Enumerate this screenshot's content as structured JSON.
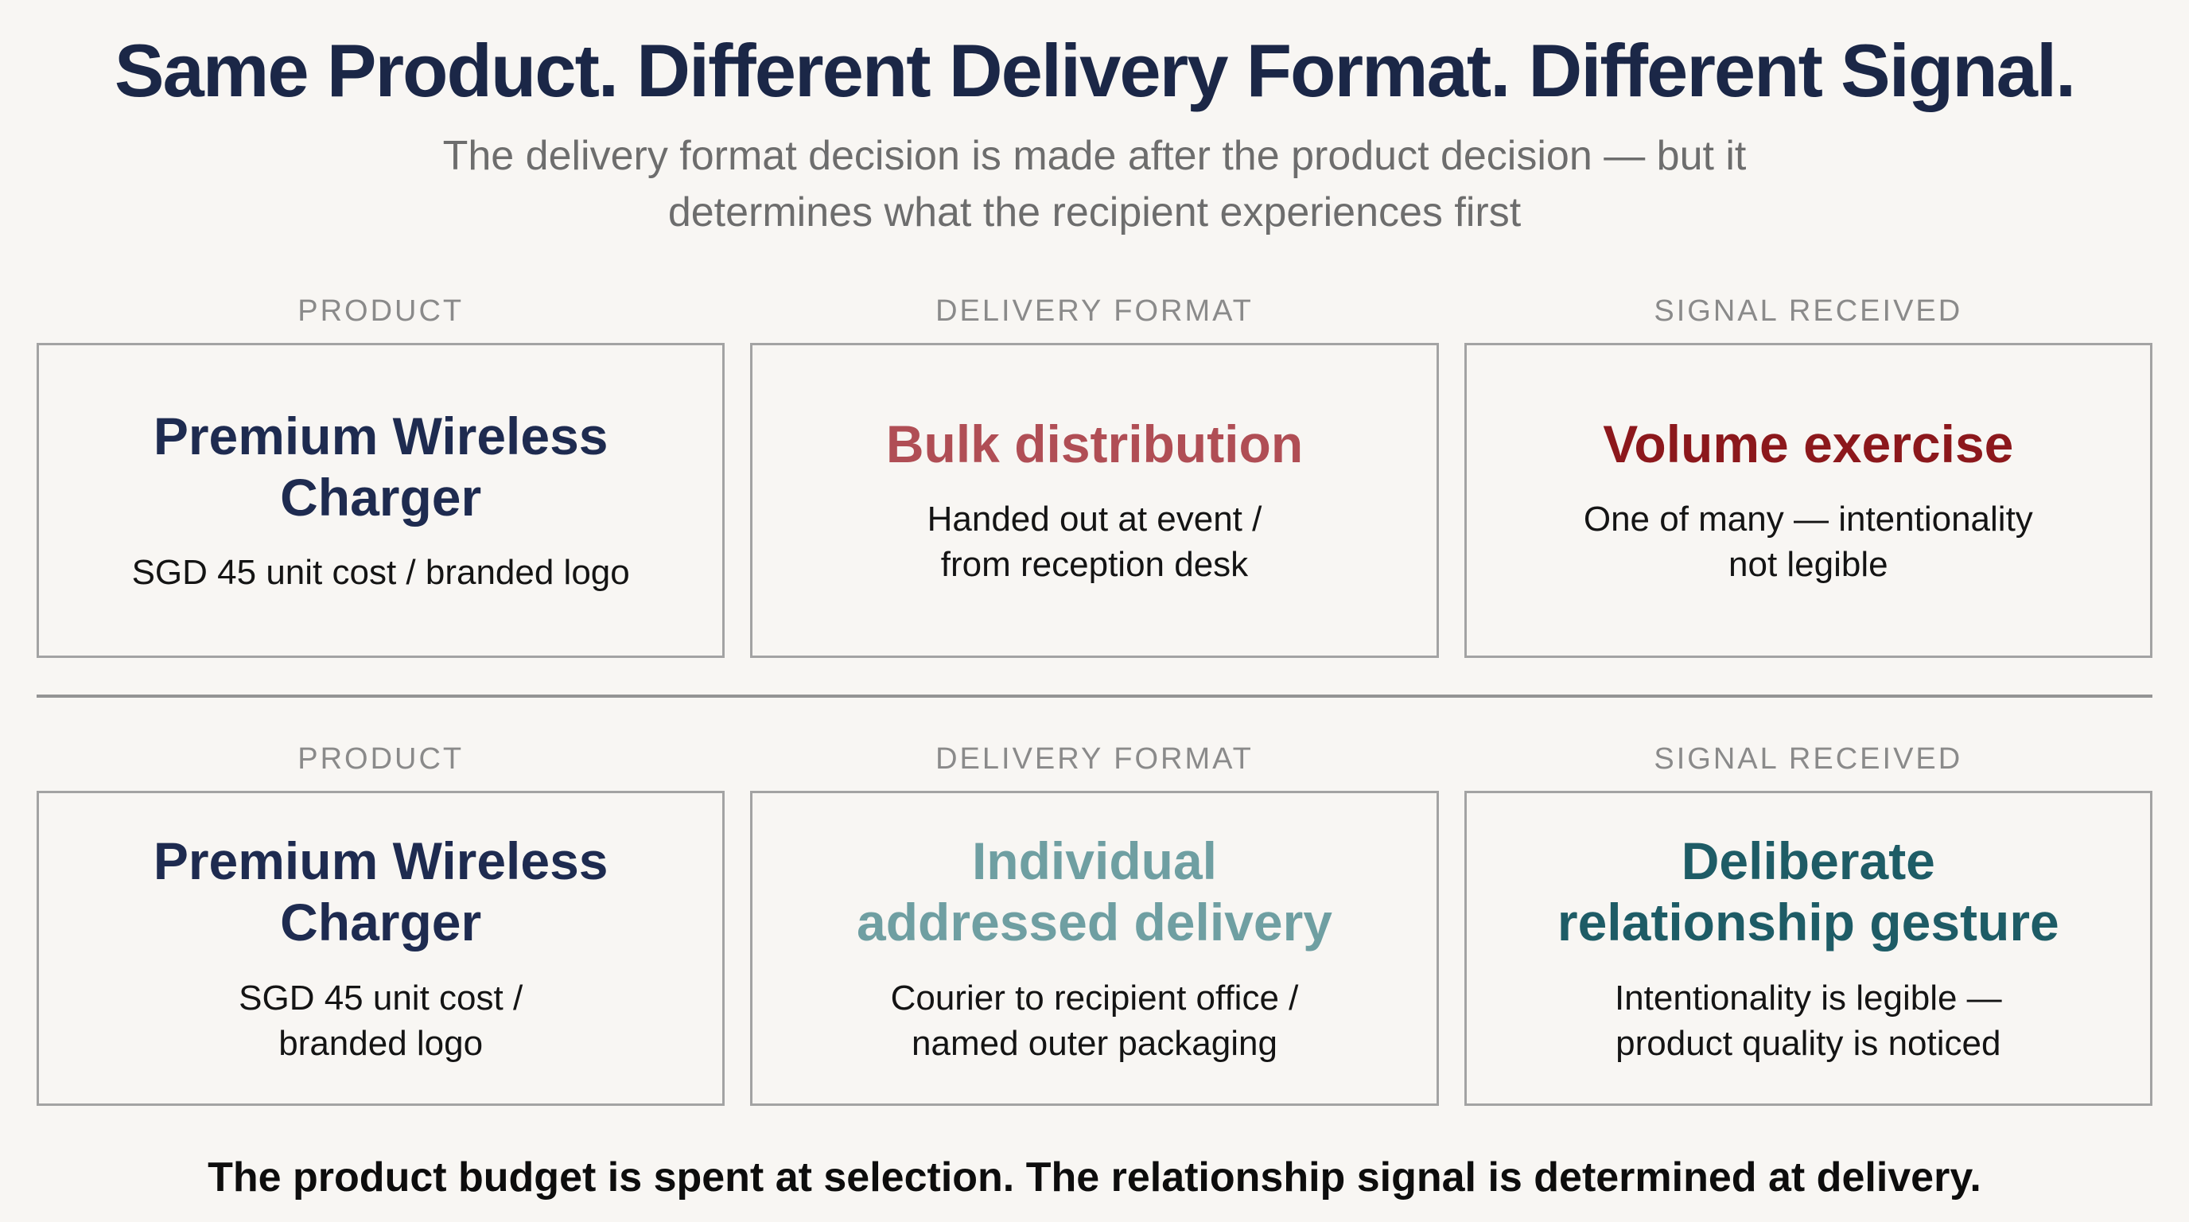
{
  "title": "Same Product. Different Delivery Format. Different Signal.",
  "subtitle": "The delivery format decision is made after the product decision — but it\ndetermines what the recipient experiences first",
  "column_headers": [
    "PRODUCT",
    "DELIVERY FORMAT",
    "SIGNAL RECEIVED"
  ],
  "rows": [
    {
      "cards": [
        {
          "heading": "Premium Wireless\nCharger",
          "body": "SGD 45 unit cost / branded logo"
        },
        {
          "heading": "Bulk distribution",
          "body": "Handed out at event /\nfrom reception desk"
        },
        {
          "heading": "Volume exercise",
          "body": "One of many — intentionality\nnot legible"
        }
      ]
    },
    {
      "cards": [
        {
          "heading": "Premium Wireless\nCharger",
          "body": "SGD 45 unit cost /\nbranded logo"
        },
        {
          "heading": "Individual\naddressed delivery",
          "body": "Courier to recipient office /\nnamed outer packaging"
        },
        {
          "heading": "Deliberate\nrelationship gesture",
          "body": "Intentionality is legible —\nproduct quality is noticed"
        }
      ]
    }
  ],
  "footer": "The product budget is spent at selection. The relationship signal is determined at delivery.",
  "colors": {
    "navy": "#1b2747",
    "card-navy": "#1e2b50",
    "muted-red": "#b04e55",
    "dark-red": "#8c181c",
    "muted-teal": "#6f9fa2",
    "dark-teal": "#1e5c66",
    "heading-gray": "#8a8a8a",
    "subtitle-gray": "#6d6d6d",
    "body-dark": "#141414",
    "border-gray": "#a3a3a3",
    "divider-gray": "#949494",
    "background": "#f8f6f3"
  }
}
